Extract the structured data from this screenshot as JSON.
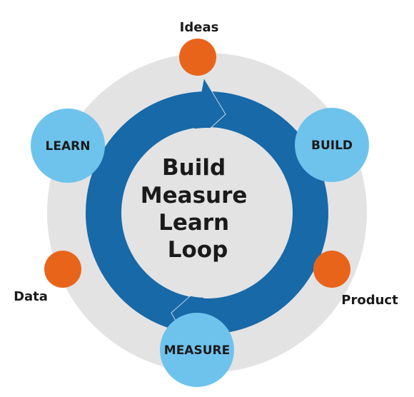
{
  "title_lines": [
    "Build",
    "Measure",
    "Learn",
    "Loop"
  ],
  "stages": {
    "build": "BUILD",
    "measure": "MEASURE",
    "learn": "LEARN"
  },
  "outputs": {
    "ideas": "Ideas",
    "product": "Product",
    "data": "Data"
  },
  "colors": {
    "background_ring": "#e3e3e3",
    "loop_arrow": "#1769a8",
    "stage_circle": "#6ec3ec",
    "output_dot": "#e8641b",
    "text": "#1a1a1a"
  }
}
